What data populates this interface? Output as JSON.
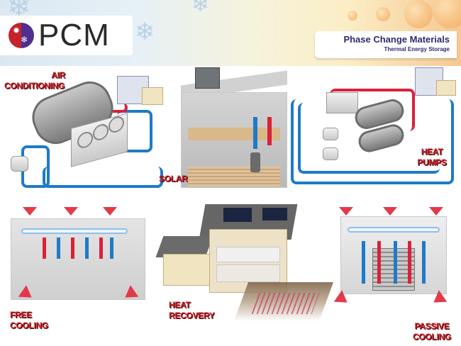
{
  "header": {
    "logo": {
      "icon": "yin-yang-sun-snowflake-icon",
      "text": "PCM"
    },
    "title": "Phase Change Materials",
    "subtitle": "Thermal Energy Storage"
  },
  "applications": [
    {
      "id": "air-conditioning",
      "label_lines": [
        "AIR",
        "CONDITIONING"
      ]
    },
    {
      "id": "solar",
      "label_lines": [
        "SOLAR"
      ]
    },
    {
      "id": "heat-pumps",
      "label_lines": [
        "HEAT",
        "PUMPS"
      ]
    },
    {
      "id": "free-cooling",
      "label_lines": [
        "FREE",
        "COOLING"
      ]
    },
    {
      "id": "heat-recovery",
      "label_lines": [
        "HEAT",
        "RECOVERY"
      ]
    },
    {
      "id": "passive-cooling",
      "label_lines": [
        "PASSIVE",
        "COOLING"
      ]
    }
  ],
  "colors": {
    "label_red": "#c81d25",
    "hot_pipe": "#d8223a",
    "cold_pipe": "#1f7ac7",
    "title_navy": "#2e2a72"
  }
}
